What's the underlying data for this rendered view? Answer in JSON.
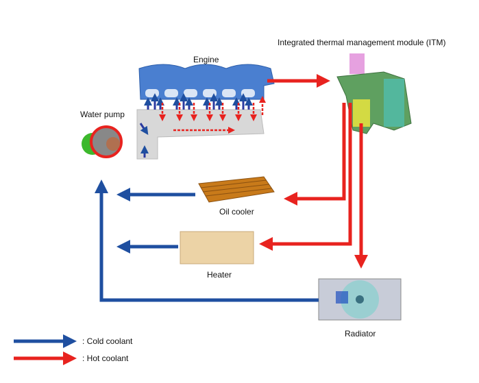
{
  "labels": {
    "engine": "Engine",
    "itm": "Integrated thermal management module (ITM)",
    "water_pump": "Water pump",
    "oil_cooler": "Oil cooler",
    "heater": "Heater",
    "radiator": "Radiator"
  },
  "legend": {
    "cold": ": Cold coolant",
    "hot": ": Hot coolant"
  },
  "colors": {
    "cold": "#1f4fa0",
    "hot": "#e8231f"
  }
}
